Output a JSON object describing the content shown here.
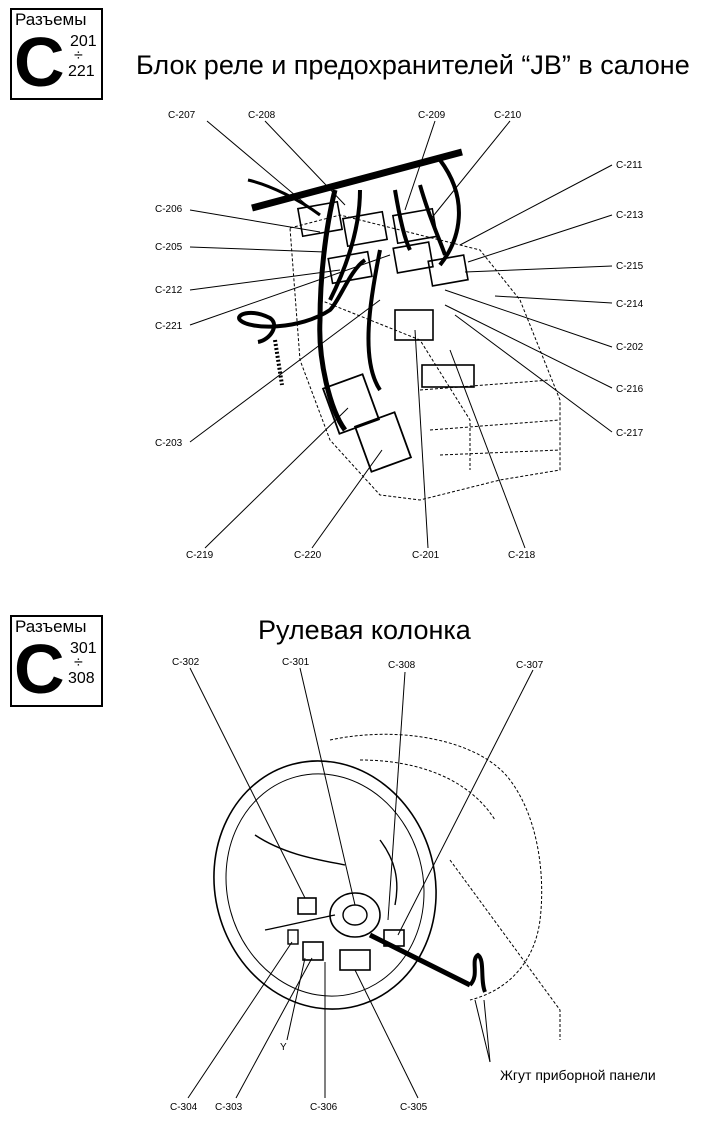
{
  "section1": {
    "badge": {
      "caption": "Разъемы",
      "letter": "C",
      "range_top": "201",
      "range_divider": "÷",
      "range_bottom": "221"
    },
    "title": "Блок реле и предохранителей “JB” в салоне",
    "callouts": [
      "C-207",
      "C-208",
      "C-209",
      "C-210",
      "C-211",
      "C-206",
      "C-213",
      "C-205",
      "C-215",
      "C-212",
      "C-214",
      "C-221",
      "C-202",
      "C-216",
      "C-203",
      "C-217",
      "C-219",
      "C-220",
      "C-201",
      "C-218"
    ]
  },
  "section2": {
    "badge": {
      "caption": "Разъемы",
      "letter": "C",
      "range_top": "301",
      "range_divider": "÷",
      "range_bottom": "308"
    },
    "title": "Рулевая колонка",
    "callouts": [
      "C-302",
      "C-301",
      "C-308",
      "C-307",
      "C-304",
      "C-303",
      "C-306",
      "C-305"
    ],
    "marker_y": "Y",
    "harness_label": "Жгут приборной панели"
  }
}
